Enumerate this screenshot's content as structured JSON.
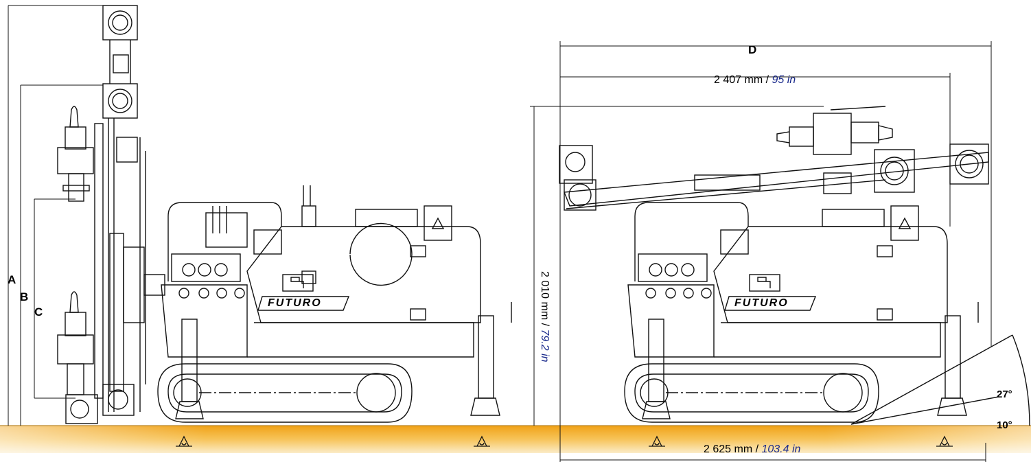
{
  "labels": {
    "height_a": "A",
    "height_b": "B",
    "height_c": "C",
    "length_d": "D"
  },
  "dimensions": {
    "width": {
      "metric": "2 407 mm /",
      "imperial": "95 in"
    },
    "height": {
      "metric": "2 010 mm /",
      "imperial": "79.2 in"
    },
    "length": {
      "metric": "2 625 mm /",
      "imperial": "103.4 in"
    }
  },
  "angles": {
    "upper": "27°",
    "lower": "10°"
  },
  "brand": {
    "left_logo": "FUTURO",
    "right_logo": "FUTURO"
  },
  "colors": {
    "line": "#111111",
    "ground_top": "#f2a81c",
    "ground_bottom": "#fbe9c2",
    "imperial_text": "#1a2a8c"
  },
  "icons": [
    "stabilizer-foot-icon",
    "warning-triangle-icon",
    "hand-symbol-icon"
  ]
}
